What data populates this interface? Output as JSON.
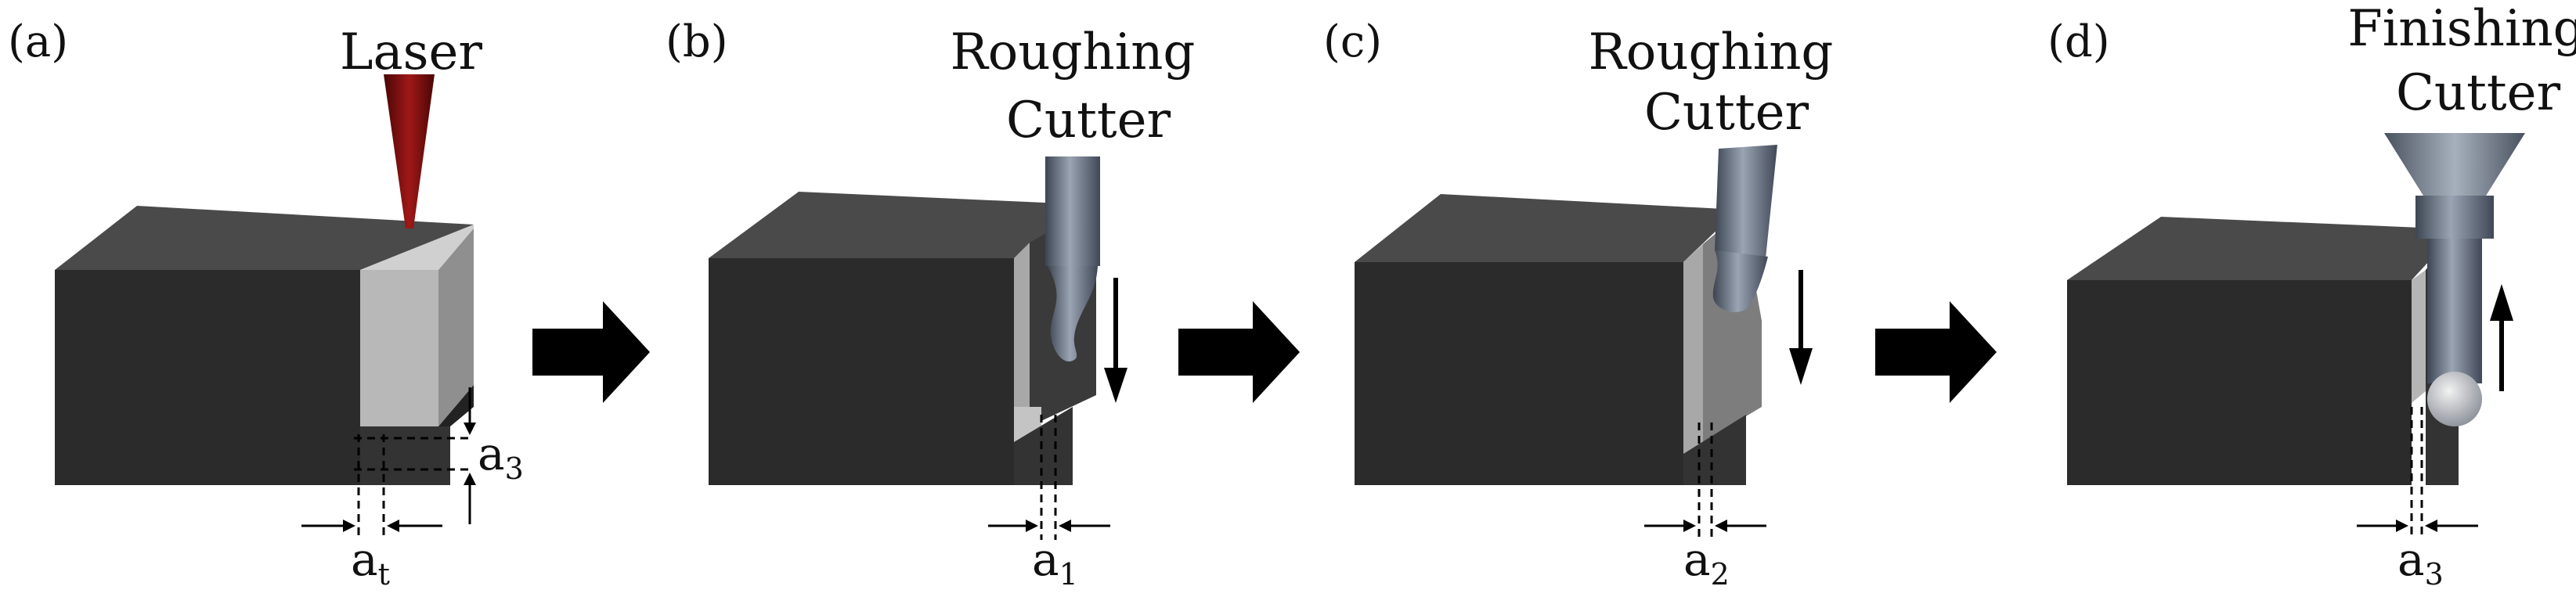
{
  "panels": [
    {
      "id": "a",
      "label": "(a)",
      "tool_lines": [
        "Laser"
      ],
      "dimension": {
        "base": "a",
        "sub": "t"
      },
      "side_dimension": {
        "base": "a",
        "sub": "3"
      }
    },
    {
      "id": "b",
      "label": "(b)",
      "tool_lines": [
        "Roughing",
        "Cutter"
      ],
      "dimension": {
        "base": "a",
        "sub": "1"
      }
    },
    {
      "id": "c",
      "label": "(c)",
      "tool_lines": [
        "Roughing",
        "Cutter"
      ],
      "dimension": {
        "base": "a",
        "sub": "2"
      }
    },
    {
      "id": "d",
      "label": "(d)",
      "tool_lines": [
        "Finishing",
        "Cutter"
      ],
      "dimension": {
        "base": "a",
        "sub": "3"
      }
    }
  ],
  "colors": {
    "block_top": "#4a4a4a",
    "block_front": "#2b2b2b",
    "block_side": "#3a3a3a",
    "heated_layer": "#b8b8b8",
    "laser": "#7a1010",
    "tool": "#5f6b7c",
    "arrow": "#000000"
  }
}
